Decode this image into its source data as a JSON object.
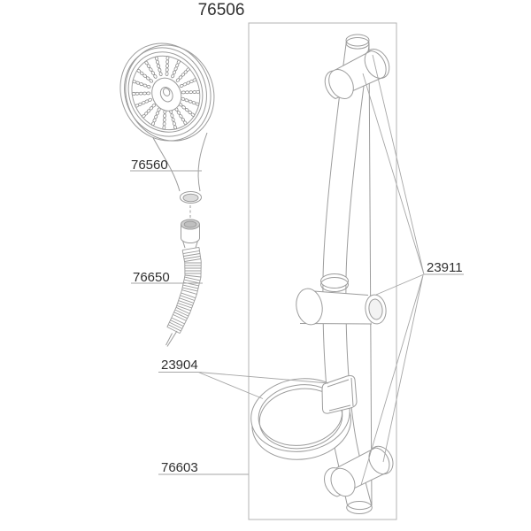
{
  "diagram": {
    "title": "76506",
    "parts": [
      {
        "number": "76560"
      },
      {
        "number": "76650"
      },
      {
        "number": "23904"
      },
      {
        "number": "76603"
      },
      {
        "number": "23911"
      }
    ]
  },
  "colors": {
    "background": "#ffffff",
    "line": "#9c9c9c",
    "text": "#303030"
  }
}
